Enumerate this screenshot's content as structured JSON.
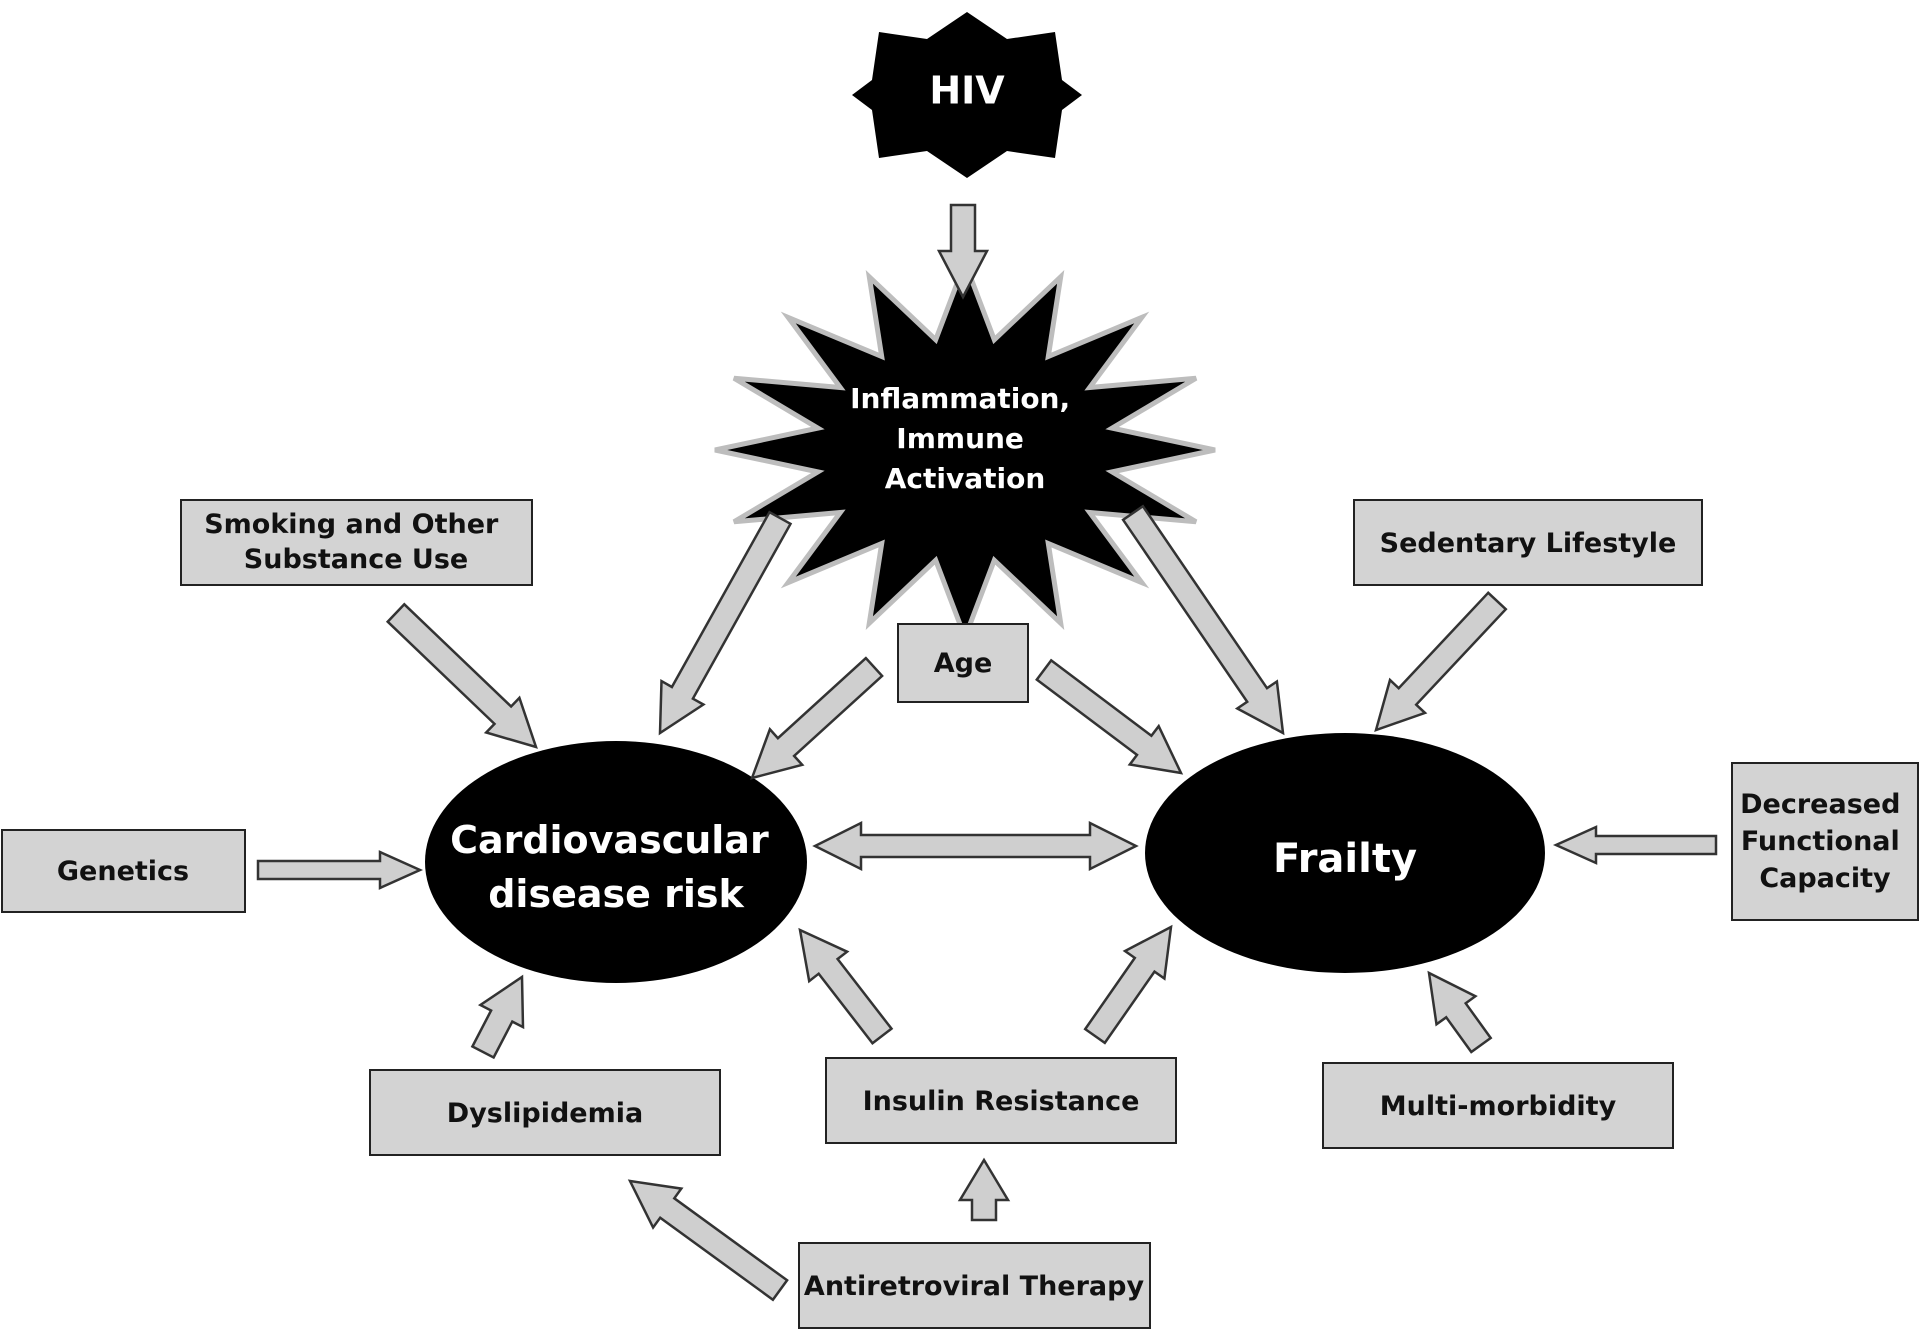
{
  "nodes": {
    "hiv": "HIV",
    "inflammation": [
      "Inflammation,",
      "Immune",
      "Activation"
    ],
    "smoking": [
      "Smoking and Other",
      "Substance Use"
    ],
    "sedentary": "Sedentary Lifestyle",
    "age": "Age",
    "genetics": "Genetics",
    "cvd": [
      "Cardiovascular",
      "disease risk"
    ],
    "frailty": "Frailty",
    "decreased_functional": [
      "Decreased",
      "Functional",
      "Capacity"
    ],
    "dyslipidemia": "Dyslipidemia",
    "insulin": "Insulin Resistance",
    "multimorbidity": "Multi-morbidity",
    "art": "Antiretroviral Therapy"
  },
  "colors": {
    "box_fill": "#d3d3d3",
    "box_stroke": "#222222",
    "arrow_fill": "#cfcfcf",
    "shape_fill": "#000000",
    "star_outline": "#bdbdbd"
  }
}
